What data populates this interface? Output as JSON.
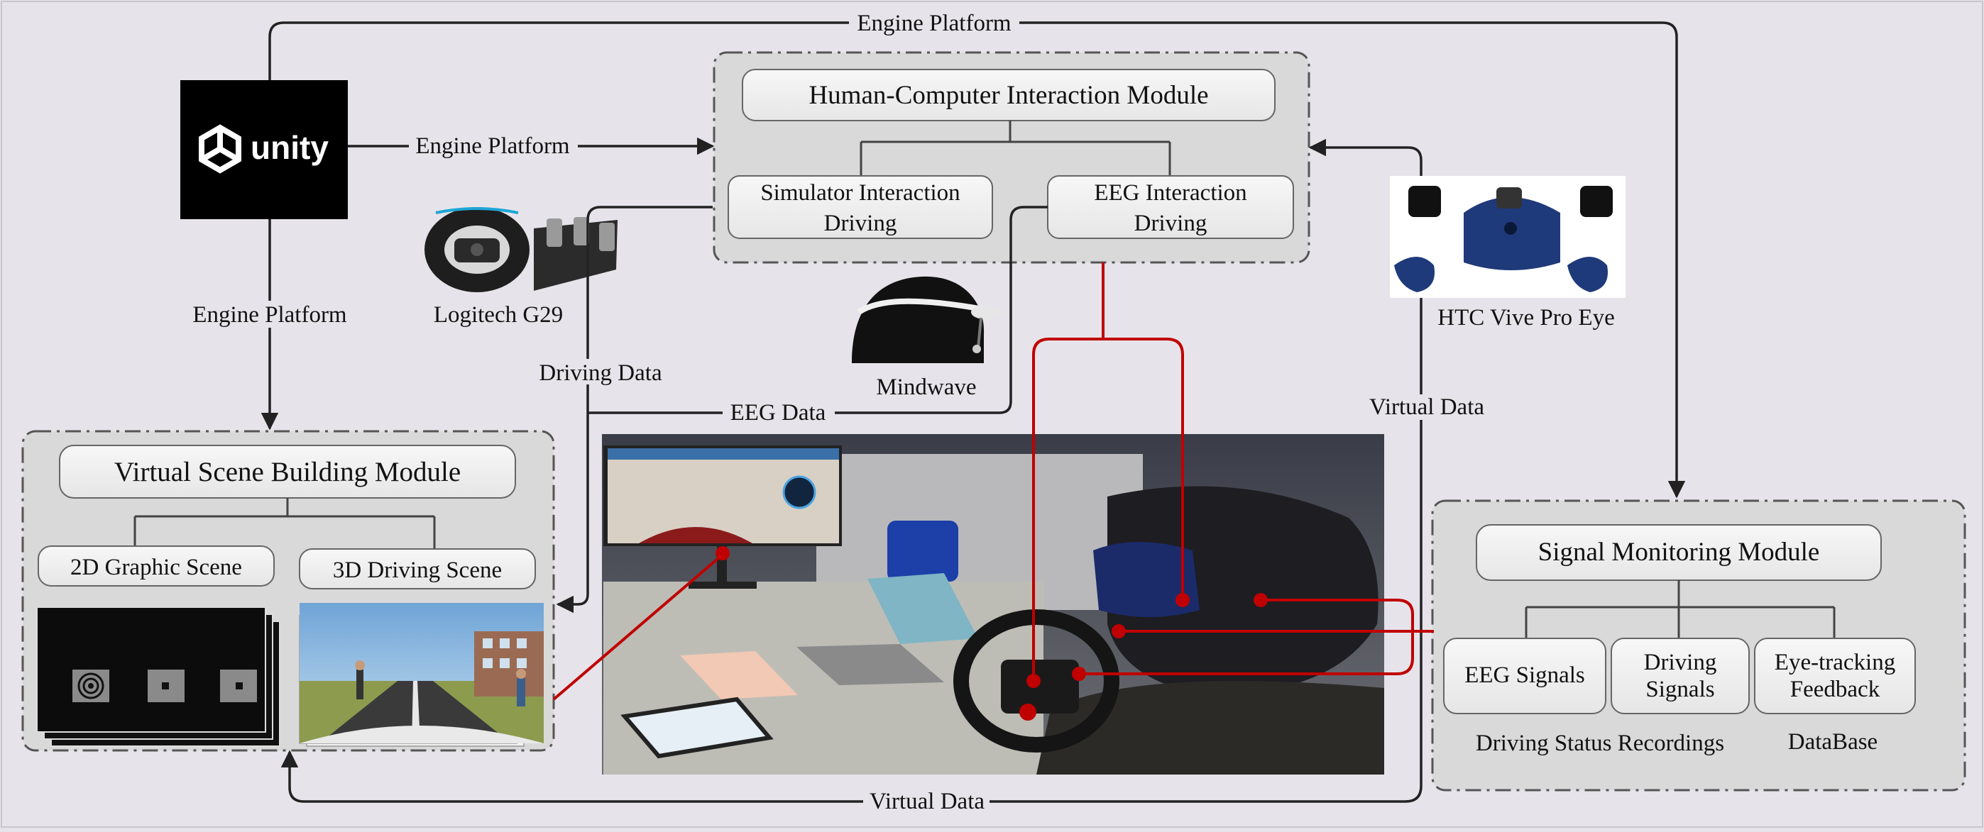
{
  "diagram": {
    "modules": {
      "hci": {
        "title": "Human-Computer Interaction Module",
        "simulator_box": [
          "Simulator Interaction",
          "Driving"
        ],
        "eeg_box": [
          "EEG Interaction",
          "Driving"
        ]
      },
      "virtual_scene": {
        "title": "Virtual Scene Building Module",
        "scene_2d": "2D Graphic Scene",
        "scene_3d": "3D Driving Scene"
      },
      "signal_monitoring": {
        "title": "Signal Monitoring Module",
        "eeg_signals": "EEG Signals",
        "driving_signals": [
          "Driving",
          "Signals"
        ],
        "eye_tracking": [
          "Eye-tracking",
          "Feedback"
        ],
        "recordings_label": "Driving Status Recordings",
        "database_label": "DataBase"
      }
    },
    "devices": {
      "unity_logo_text": "unity",
      "steering_wheel": "Logitech G29",
      "headset_eeg": "Mindwave",
      "vr_headset": "HTC Vive Pro Eye"
    },
    "flow_labels": {
      "engine_top": "Engine Platform",
      "engine_hci": "Engine Platform",
      "engine_left": "Engine Platform",
      "driving_data": "Driving Data",
      "eeg_data": "EEG Data",
      "virtual_data_right": "Virtual Data",
      "virtual_data_bottom": "Virtual Data"
    },
    "colors": {
      "background": "#e6e4ea",
      "module_fill": "#d9d9d9",
      "box_fill": "#f1f1f1",
      "line": "#333333",
      "highlight": "#c00000",
      "unity_bg": "#000000"
    }
  }
}
